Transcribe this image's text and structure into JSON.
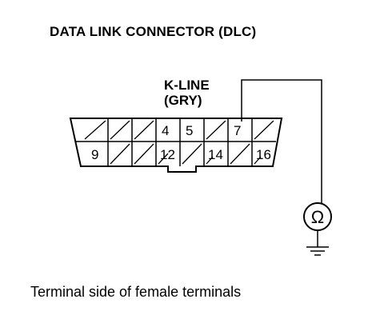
{
  "title": "DATA LINK CONNECTOR (DLC)",
  "signal_label": {
    "line1": "K-LINE",
    "line2": "(GRY)"
  },
  "connector": {
    "top_row_labels": {
      "4": "4",
      "5": "5",
      "7": "7"
    },
    "bottom_row_labels": {
      "9": "9",
      "12": "12",
      "14": "14",
      "16": "16"
    }
  },
  "meter_symbol": "Ω",
  "caption": "Terminal side of female terminals"
}
